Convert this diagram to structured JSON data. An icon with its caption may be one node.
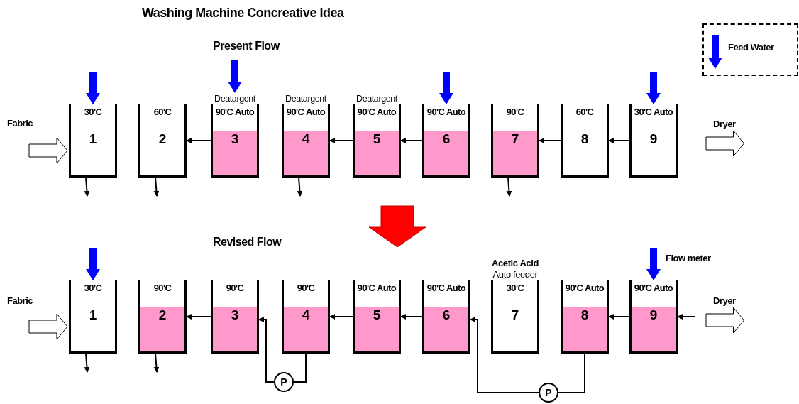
{
  "diagram": {
    "title": "Washing Machine Concreative Idea",
    "nodes": [
      {
        "text": [
          "Fabric"
        ]
      },
      {
        "text": [
          "30'C",
          "1"
        ]
      },
      {
        "text": [
          "60'C",
          "2"
        ]
      },
      {
        "text": [
          "Deatargent",
          "90'C Auto",
          "3"
        ]
      },
      {
        "text": [
          "Deatargent",
          "90'C Auto",
          "4"
        ]
      },
      {
        "text": [
          "Deatargent",
          "90'C Auto",
          "5"
        ]
      },
      {
        "text": [
          "90'C Auto",
          "6"
        ]
      },
      {
        "text": [
          "90'C",
          "7"
        ]
      },
      {
        "text": [
          "60'C",
          "8"
        ]
      },
      {
        "text": [
          "30'C Auto",
          "9"
        ]
      },
      {
        "text": [
          "Dryer"
        ]
      },
      {
        "text": [
          "Fabric"
        ]
      },
      {
        "text": [
          "30'C",
          "1"
        ]
      },
      {
        "text": [
          "90'C",
          "2"
        ]
      },
      {
        "text": [
          "90'C",
          "3"
        ]
      },
      {
        "text": [
          "90'C",
          "4"
        ]
      },
      {
        "text": [
          "90'C Auto",
          "5"
        ]
      },
      {
        "text": [
          "90'C Auto",
          "6"
        ]
      },
      {
        "text": [
          "Acetic Acid",
          "Auto feeder",
          "30'C",
          "7"
        ]
      },
      {
        "text": [
          "90'C Auto",
          "8"
        ]
      },
      {
        "text": [
          "90'C Auto",
          "9"
        ]
      },
      {
        "text": [
          "Dryer"
        ]
      },
      {
        "text": [
          "P"
        ]
      },
      {
        "text": [
          "P"
        ]
      }
    ],
    "edges": [
      {
        "from": 0,
        "to": 1,
        "arrow": "to",
        "style": "thick"
      },
      {
        "from": 3,
        "to": 2,
        "arrow": "to"
      },
      {
        "from": 5,
        "to": 4,
        "arrow": "to"
      },
      {
        "from": 6,
        "to": 5,
        "arrow": "to"
      },
      {
        "from": 8,
        "to": 7,
        "arrow": "to"
      },
      {
        "from": 9,
        "to": 8,
        "arrow": "to"
      },
      {
        "from": 9,
        "to": 10,
        "arrow": "to",
        "style": "thick"
      },
      {
        "from": null,
        "to": 1,
        "arrow": "to",
        "style": "thick",
        "color": "#0000ff"
      },
      {
        "from": null,
        "to": 3,
        "arrow": "to",
        "style": "thick",
        "color": "#0000ff"
      },
      {
        "from": null,
        "to": 6,
        "arrow": "to",
        "style": "thick",
        "color": "#0000ff"
      },
      {
        "from": null,
        "to": 9,
        "arrow": "to",
        "style": "thick",
        "color": "#0000ff"
      },
      {
        "from": 1,
        "to": null,
        "arrow": "to"
      },
      {
        "from": 2,
        "to": null,
        "arrow": "to"
      },
      {
        "from": 4,
        "to": null,
        "arrow": "to"
      },
      {
        "from": 7,
        "to": null,
        "arrow": "to"
      },
      {
        "from": 11,
        "to": 12,
        "arrow": "to",
        "style": "thick"
      },
      {
        "from": 14,
        "to": 13,
        "arrow": "to"
      },
      {
        "from": 15,
        "to": 22,
        "arrow": "none"
      },
      {
        "from": 22,
        "to": 14,
        "arrow": "to"
      },
      {
        "from": 16,
        "to": 15,
        "arrow": "to"
      },
      {
        "from": 17,
        "to": 16,
        "arrow": "to"
      },
      {
        "from": 19,
        "to": 23,
        "arrow": "none"
      },
      {
        "from": 23,
        "to": 17,
        "arrow": "to"
      },
      {
        "from": 20,
        "to": 19,
        "arrow": "to"
      },
      {
        "from": null,
        "to": 20,
        "arrow": "to"
      },
      {
        "from": 20,
        "to": 21,
        "arrow": "to",
        "style": "thick"
      },
      {
        "from": null,
        "to": 12,
        "arrow": "to",
        "style": "thick",
        "color": "#0000ff"
      },
      {
        "from": null,
        "to": 20,
        "arrow": "to",
        "style": "thick",
        "color": "#0000ff"
      },
      {
        "from": 12,
        "to": null,
        "arrow": "to"
      },
      {
        "from": 13,
        "to": null,
        "arrow": "to"
      }
    ],
    "labels": [
      "Present Flow",
      "Revised Flow",
      "Flow meter"
    ],
    "legend": [
      {
        "text": "Feed Water"
      }
    ]
  }
}
